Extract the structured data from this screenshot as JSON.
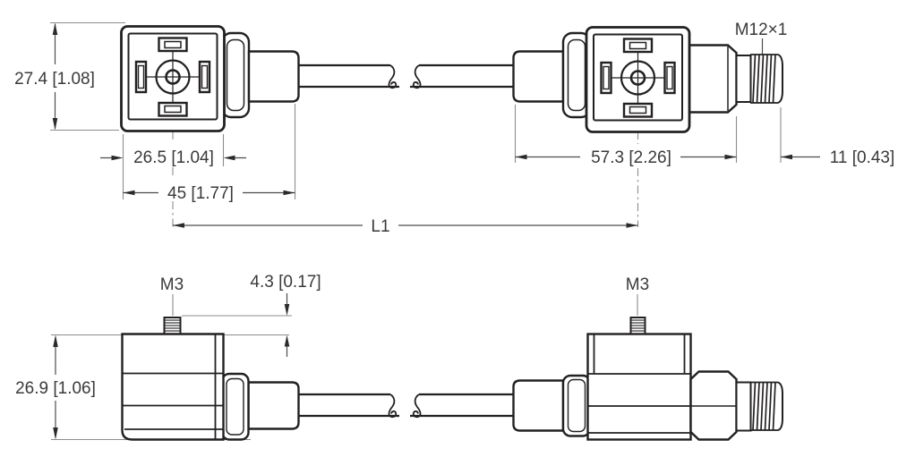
{
  "drawing": {
    "kind": "technical-dimension-drawing",
    "views": {
      "top": {
        "height_dim": "27.4 [1.08]",
        "width_dim": "26.5 [1.04]",
        "depth_dim": "45 [1.77]",
        "length_dim": "L1",
        "right_connector_dim": "57.3 [2.26]",
        "thread_length_dim": "11 [0.43]",
        "thread_label": "M12×1"
      },
      "bottom": {
        "left_screw_label": "M3",
        "right_screw_label": "M3",
        "screw_protrusion_dim": "4.3 [0.17]",
        "height_dim": "26.9 [1.06]"
      }
    },
    "colors": {
      "outline": "#232021",
      "dimension_line": "#4c4c4e",
      "extension_line": "#8a8c8f",
      "text": "#3a3a3b",
      "background": "#ffffff"
    }
  }
}
